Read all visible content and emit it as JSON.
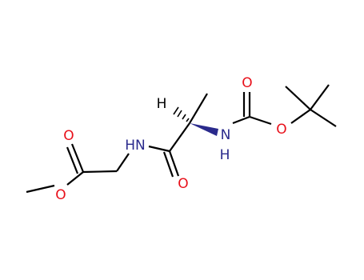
{
  "molecule": {
    "atoms": {
      "o_ester_carbonyl": {
        "label": "O",
        "color": "#e8101a"
      },
      "o_ester_methoxy": {
        "label": "O",
        "color": "#e8101a"
      },
      "n_glycine_amide": {
        "label": "HN",
        "color": "#2a2a8c"
      },
      "o_amide_carbonyl": {
        "label": "O",
        "color": "#e8101a"
      },
      "h_stereo": {
        "label": "H",
        "color": "#000000"
      },
      "n_boc": {
        "label": "N",
        "color": "#2a2a8c"
      },
      "h_boc_nh": {
        "label": "H",
        "color": "#2a2a8c"
      },
      "o_boc_carbonyl": {
        "label": "O",
        "color": "#e8101a"
      },
      "o_boc_ether": {
        "label": "O",
        "color": "#e8101a"
      }
    },
    "bond_color": "#000000",
    "wedge_color": "#2a2a8c"
  }
}
